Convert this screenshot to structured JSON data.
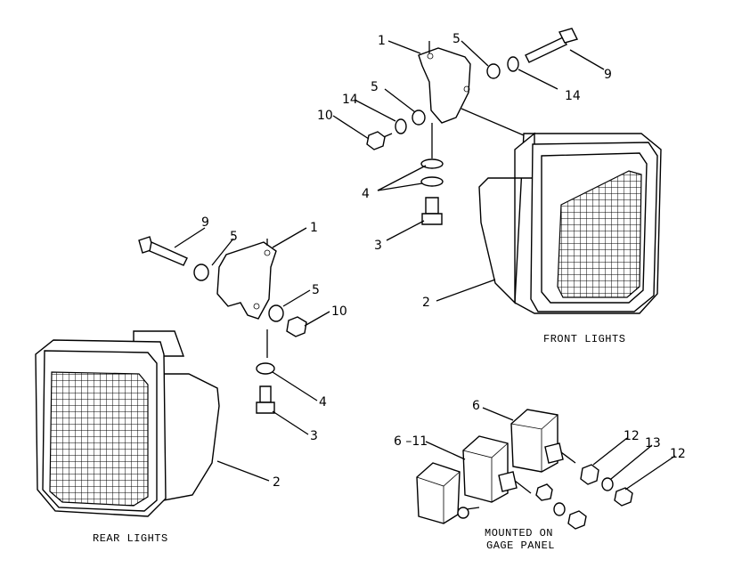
{
  "captions": {
    "front": "FRONT LIGHTS",
    "rear": "REAR LIGHTS",
    "mounted_line1": "MOUNTED ON",
    "mounted_line2": "GAGE PANEL"
  },
  "callouts": {
    "front_1": "1",
    "front_5a": "5",
    "front_9": "9",
    "front_14a": "14",
    "front_5b": "5",
    "front_14b": "14",
    "front_10": "10",
    "front_4": "4",
    "front_3": "3",
    "front_2": "2",
    "rear_9": "9",
    "rear_5a": "5",
    "rear_1": "1",
    "rear_5b": "5",
    "rear_10": "10",
    "rear_4": "4",
    "rear_3": "3",
    "rear_2": "2",
    "sw_6": "6",
    "sw_6_11": "6 –11",
    "sw_12a": "12",
    "sw_13": "13",
    "sw_12b": "12"
  }
}
